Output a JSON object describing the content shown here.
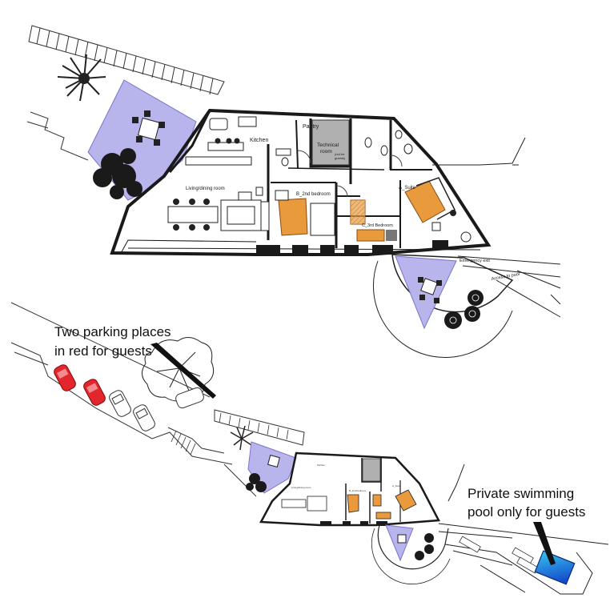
{
  "plan": {
    "rooms": {
      "pantry": "Pantry",
      "kitchen": "Kitchen",
      "technical_room": "Technical\nroom",
      "technical_note": "(not for\nguests)",
      "living_dining": "Living/dining room",
      "b_bedroom": "B_2nd bedroom",
      "c_bedroom": "C_3rd Bedroom",
      "a_suite": "A_Suite",
      "emergency_exit": "Emergency exit",
      "access_pool": "Access to pool"
    },
    "colors": {
      "terrace": "#b8b4ec",
      "parking_guest": "#e2262b",
      "pool": "#1f6fe0",
      "wood": "#e89a3c"
    }
  },
  "annotations": {
    "parking_line1": "Two parking places",
    "parking_line2": "in red for guests",
    "pool_line1": "Private swimming",
    "pool_line2": "pool only for guests"
  }
}
